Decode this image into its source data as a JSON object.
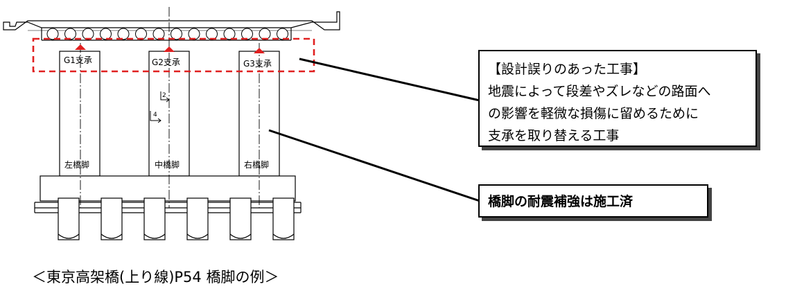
{
  "bearings": [
    {
      "label": "G1支承"
    },
    {
      "label": "G2支承"
    },
    {
      "label": "G3支承"
    }
  ],
  "piers": [
    {
      "label": "左橋脚"
    },
    {
      "label": "中橋脚"
    },
    {
      "label": "右橋脚"
    }
  ],
  "section_marks": [
    "2",
    "4"
  ],
  "callouts": {
    "design_error": {
      "title": "【設計誤りのあった工事】",
      "lines": [
        "地震によって段差やズレなどの路面へ",
        "の影響を軽微な損傷に留めるために",
        "支承を取り替える工事"
      ]
    },
    "seismic": {
      "text": "橋脚の耐震補強は施工済"
    }
  },
  "caption": "＜東京高架橋(上り線)P54 橋脚の例＞",
  "colors": {
    "highlight_box": "#e02020",
    "bearing_marker": "#e02020",
    "line": "#000000",
    "callout_shadow": "#444444"
  },
  "icons": {
    "bearing_marker": "triangle"
  }
}
